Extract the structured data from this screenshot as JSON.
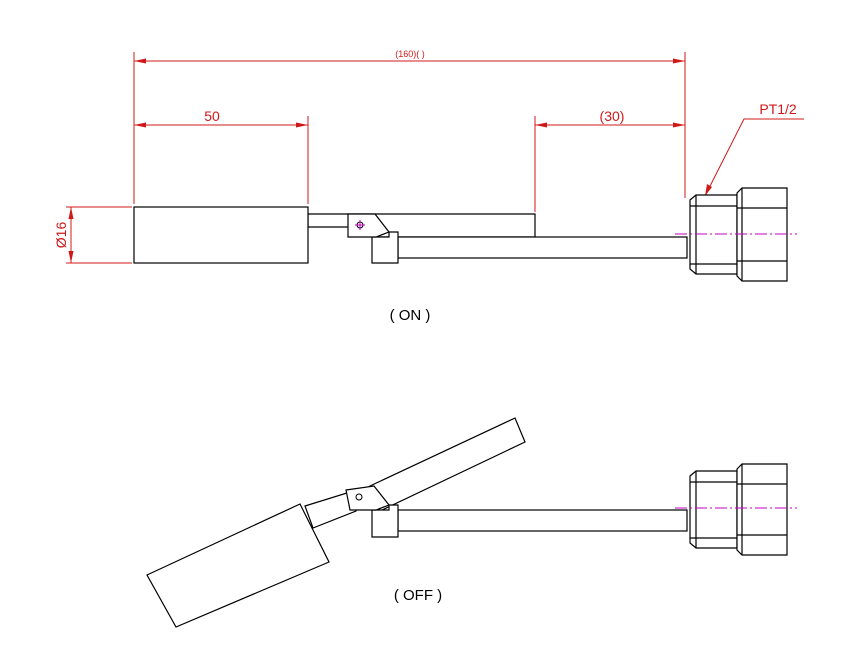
{
  "dimensions": {
    "overall_length": "(160)(     )",
    "float_length": "50",
    "thread_offset": "(30)",
    "float_diameter": "Ø16",
    "thread_spec": "PT1/2"
  },
  "views": {
    "on_label": "( ON )",
    "off_label": "( OFF )"
  },
  "colors": {
    "dimension": "#d01818",
    "outline": "#000000",
    "centerline": "#c000c0"
  }
}
